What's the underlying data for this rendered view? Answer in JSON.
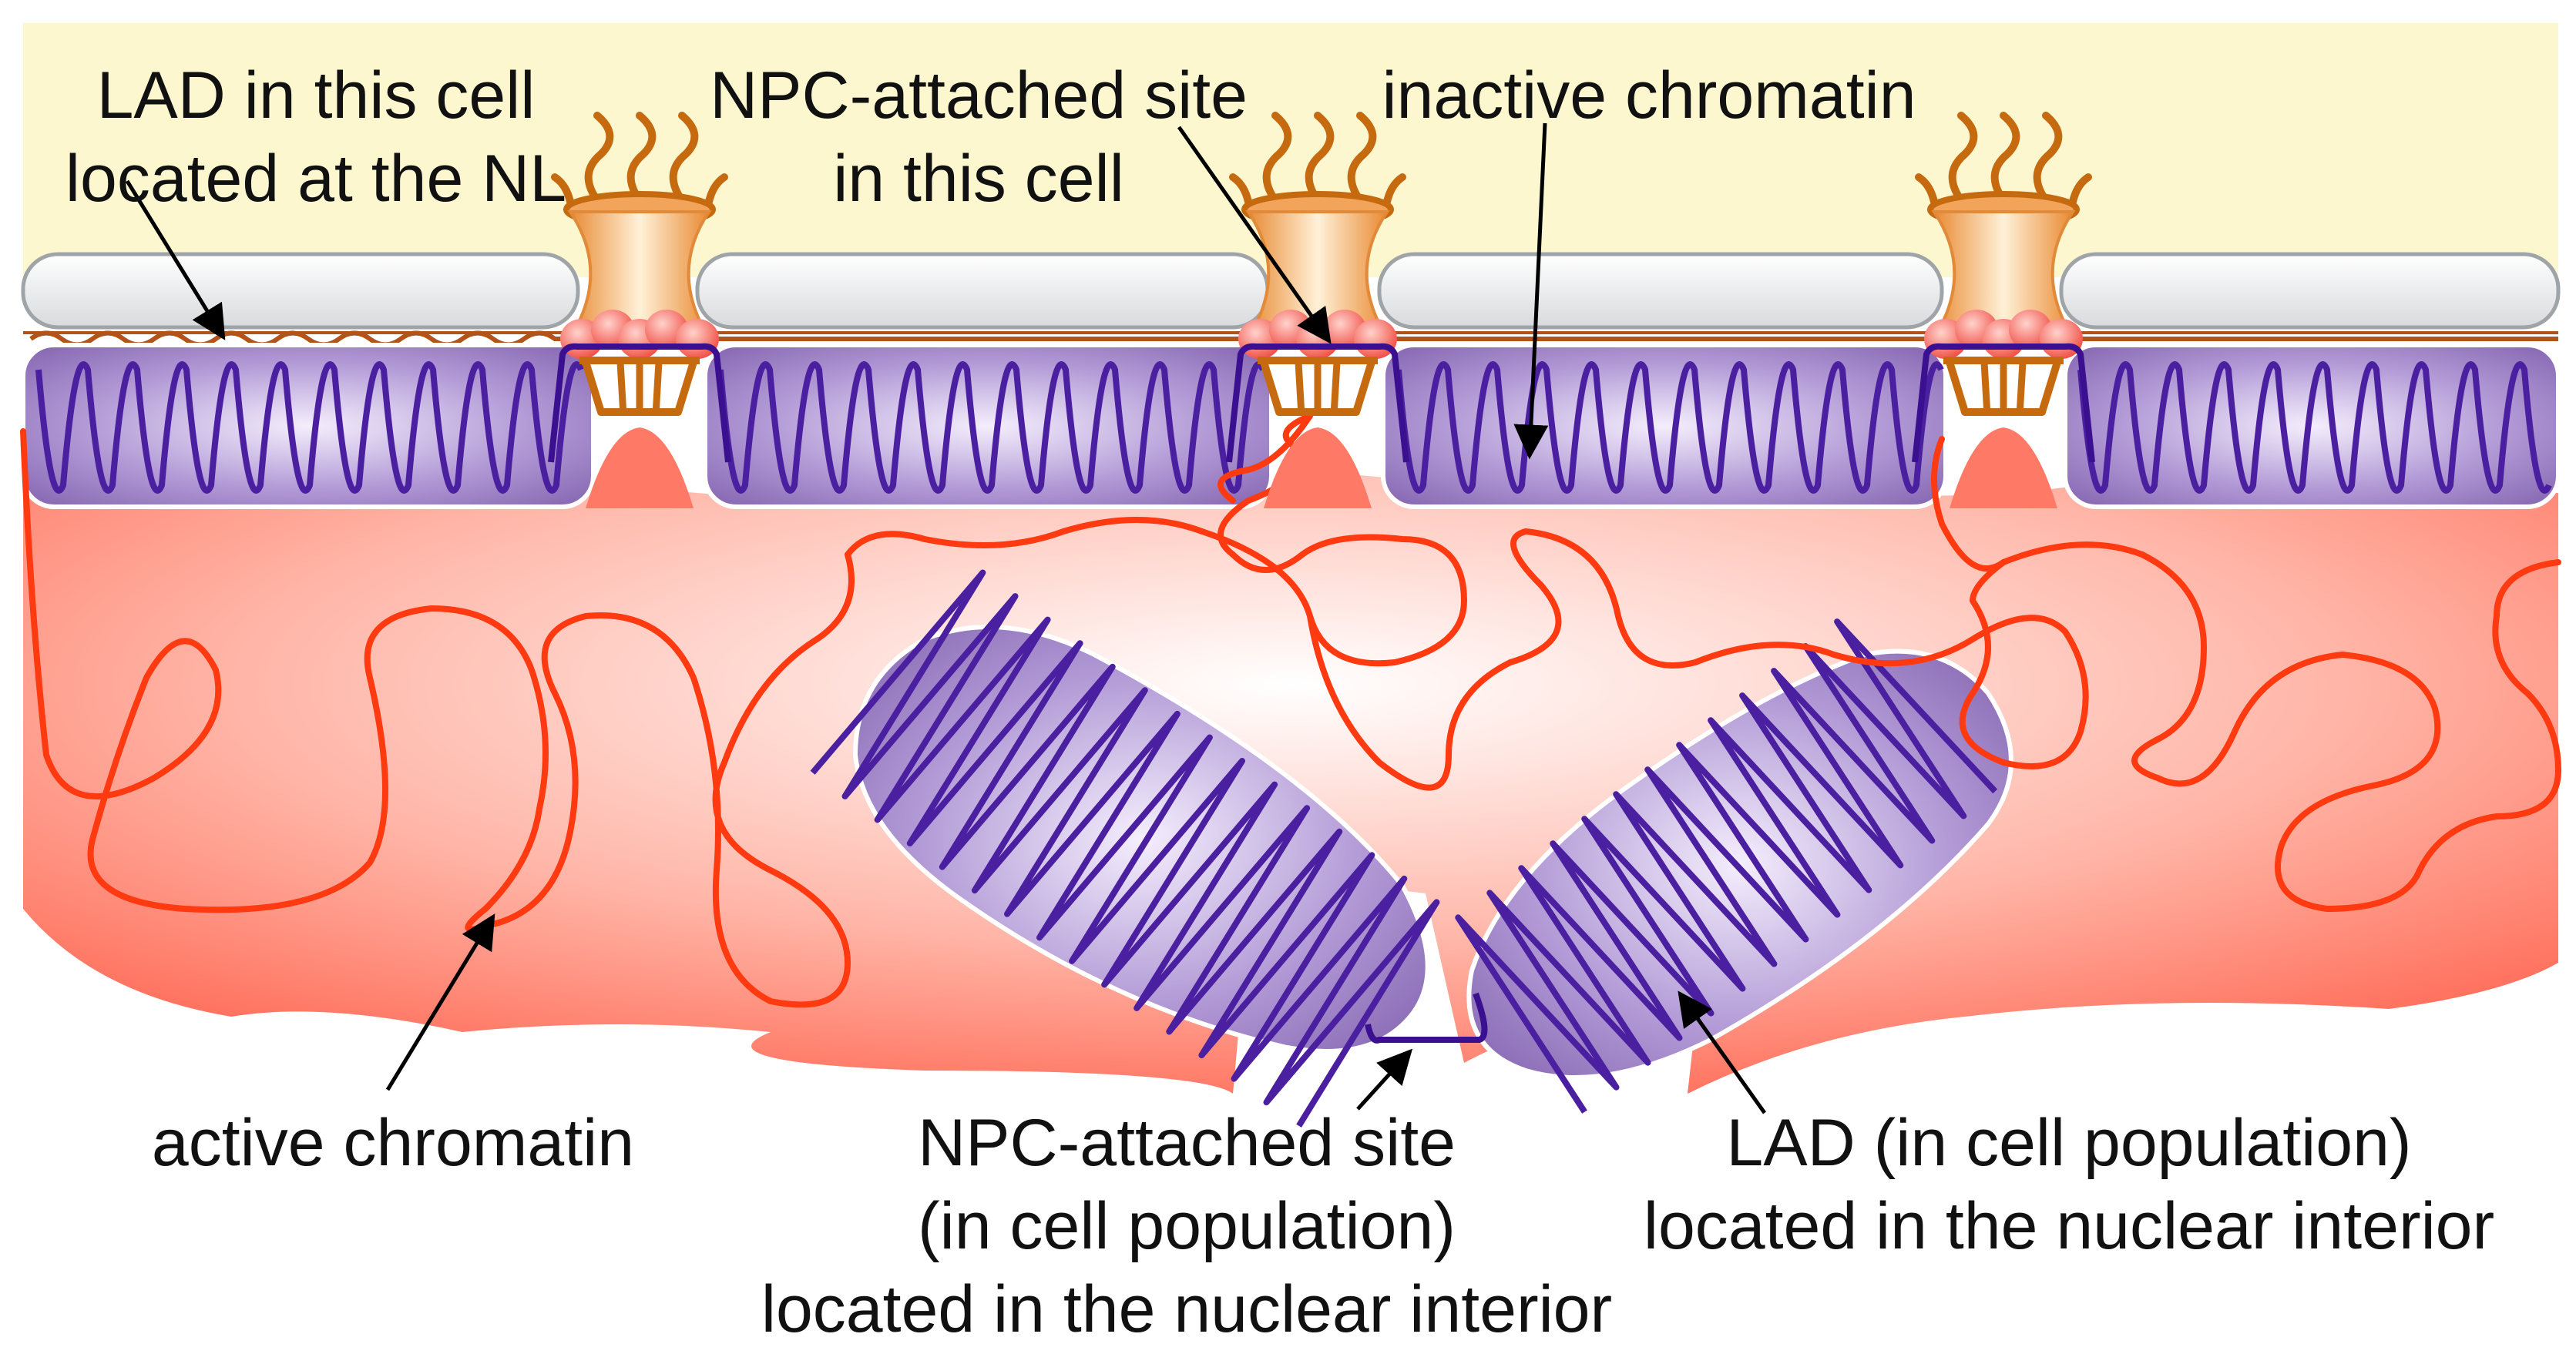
{
  "labels": {
    "lad_this_cell": [
      "LAD in this cell",
      "located at the NL"
    ],
    "npc_this_cell": [
      "NPC-attached site",
      "in this cell"
    ],
    "inactive": [
      "inactive chromatin"
    ],
    "active": [
      "active chromatin"
    ],
    "npc_population": [
      "NPC-attached site",
      "(in cell population)",
      "located in the nuclear interior"
    ],
    "lad_population": [
      "LAD (in cell population)",
      "located in the nuclear interior"
    ]
  },
  "colors": {
    "cytoplasm": "#fdf7cf",
    "envelope": "#e4e6e8",
    "envelope_edge": "#9ea4a8",
    "lamina": "#b0541c",
    "lad_fill": "#9b80c0",
    "lad_fiber": "#4a1fa0",
    "active_fill": "#ff6e5a",
    "active_fiber": "#ff3a10",
    "pore_orange": "#f2a55a",
    "pore_dark": "#c66a10",
    "pore_red": "#f8605a"
  }
}
